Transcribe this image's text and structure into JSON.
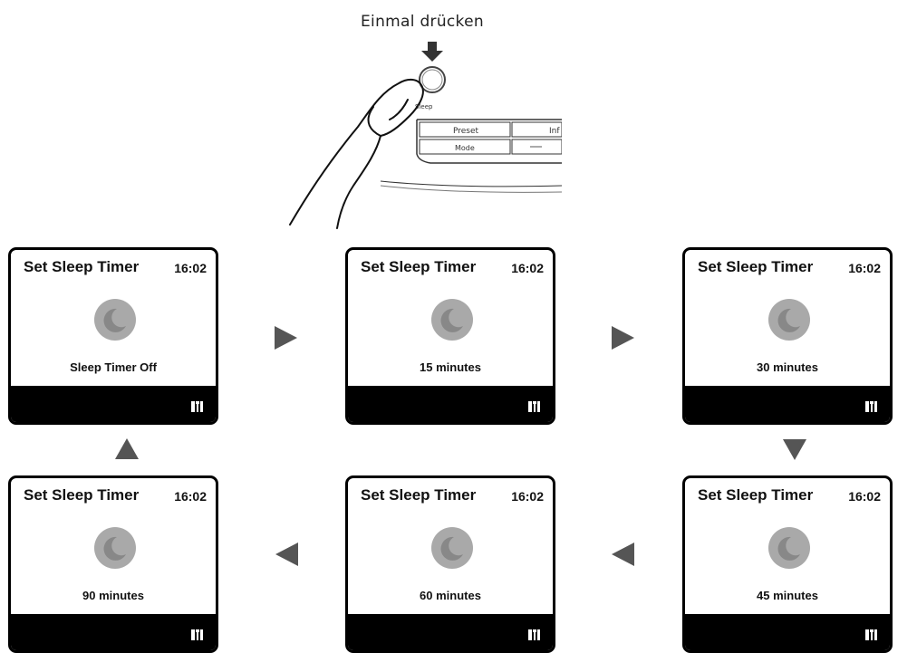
{
  "instruction": "Einmal drücken",
  "device": {
    "sleep_label": "Sleep",
    "preset_label": "Preset",
    "info_label": "Inf",
    "mode_label": "Mode"
  },
  "screens": [
    {
      "title": "Set Sleep Timer",
      "time": "16:02",
      "status": "Sleep Timer Off"
    },
    {
      "title": "Set Sleep Timer",
      "time": "16:02",
      "status": "15 minutes"
    },
    {
      "title": "Set Sleep Timer",
      "time": "16:02",
      "status": "30 minutes"
    },
    {
      "title": "Set Sleep Timer",
      "time": "16:02",
      "status": "45 minutes"
    },
    {
      "title": "Set Sleep Timer",
      "time": "16:02",
      "status": "60 minutes"
    },
    {
      "title": "Set Sleep Timer",
      "time": "16:02",
      "status": "90 minutes"
    }
  ],
  "colors": {
    "moon_circle": "#a9a9a9",
    "moon_shape": "#888888",
    "arrow": "#555555",
    "bar": "#000000"
  }
}
